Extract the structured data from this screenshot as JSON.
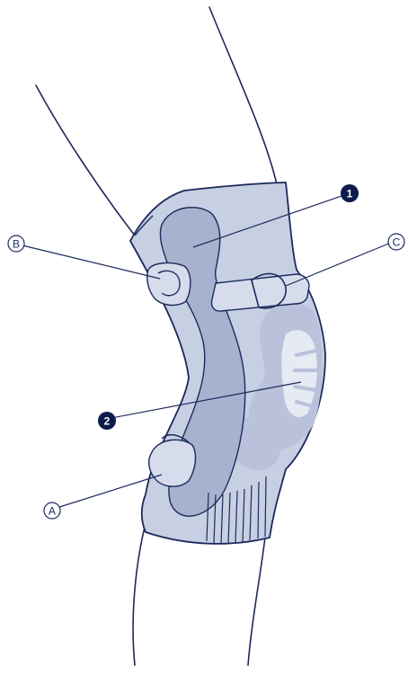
{
  "colors": {
    "outline": "#1c2a5c",
    "brace_fill": "#c7cfe3",
    "splint_fill": "#a7b2cf",
    "pad_fill": "#b9c2da",
    "pad_highlight": "#e6eaf3",
    "strap_fill": "#d6dcec",
    "badge_fill": "#0d1b4d",
    "badge_text": "#ffffff",
    "background": "#ffffff"
  },
  "callouts": {
    "number_1": "1",
    "number_2": "2",
    "letter_a": "A",
    "letter_b": "B",
    "letter_c": "C"
  }
}
